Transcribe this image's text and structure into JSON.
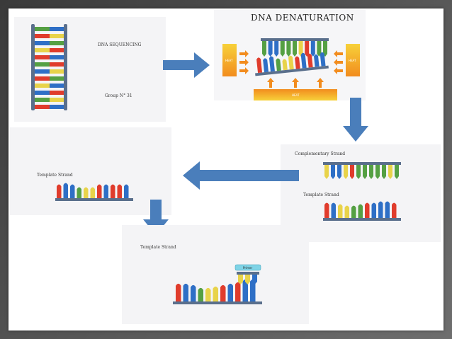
{
  "slide": {
    "sequencing_title": "DNA SEQUENCING",
    "group_label": "Group N° 31",
    "denaturation_title": "DNA DENATURATION",
    "heat_label": "HEAT",
    "complementary_strand_label": "Complementary Strand",
    "template_strand_label_right": "Template Strand",
    "template_strand_label_left": "Template Strand",
    "template_strand_label_bottom": "Template Strand",
    "primer_label": "Primer"
  },
  "colors": {
    "background": "#4a4a4a",
    "arrow": "#4a7ebb",
    "backbone": "#5a6f8c",
    "red": "#e03c2c",
    "blue": "#2e6fc6",
    "yellow": "#e8d34a",
    "green": "#55a043",
    "heat_orange": "#f28c1e",
    "heat_yellow": "#f7d13a"
  }
}
